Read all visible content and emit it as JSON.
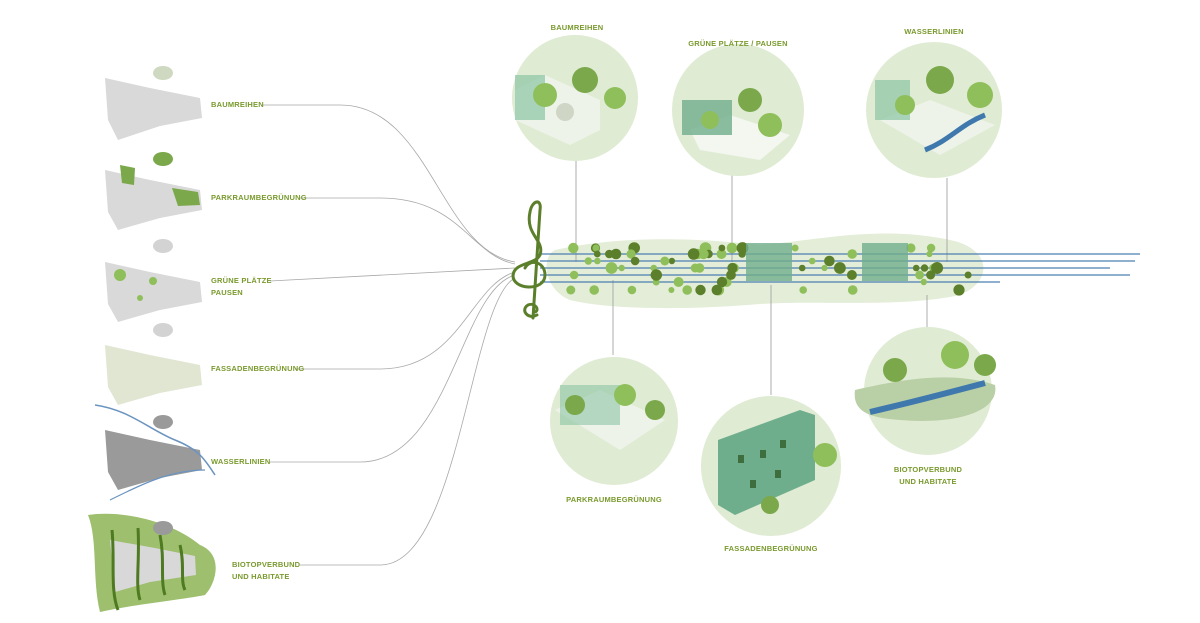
{
  "left_layers": [
    {
      "label": "BAUMREIHEN"
    },
    {
      "label": "PARKRAUMBEGRÜNUNG"
    },
    {
      "label_line1": "GRÜNE PLÄTZE",
      "label_line2": "PAUSEN"
    },
    {
      "label": "FASSADENBEGRÜNUNG"
    },
    {
      "label": "WASSERLINIEN"
    },
    {
      "label_line1": "BIOTOPVERBUND",
      "label_line2": "UND HABITATE"
    }
  ],
  "top_vignettes": [
    {
      "label": "BAUMREIHEN"
    },
    {
      "label": "GRÜNE PLÄTZE / PAUSEN"
    },
    {
      "label": "WASSERLINIEN"
    }
  ],
  "bottom_vignettes": [
    {
      "label": "PARKRAUMBEGRÜNUNG"
    },
    {
      "label": "FASSADENBEGRÜNUNG"
    },
    {
      "label_line1": "BIOTOPVERBUND",
      "label_line2": "UND HABITATE"
    }
  ],
  "colors": {
    "label": "#7a9a2e",
    "staff": "#4a7fb0",
    "tree_dark": "#5b7f2a",
    "tree_light": "#8fbf5a",
    "blob": "#e3edd8",
    "facade": "#6fae8c"
  }
}
